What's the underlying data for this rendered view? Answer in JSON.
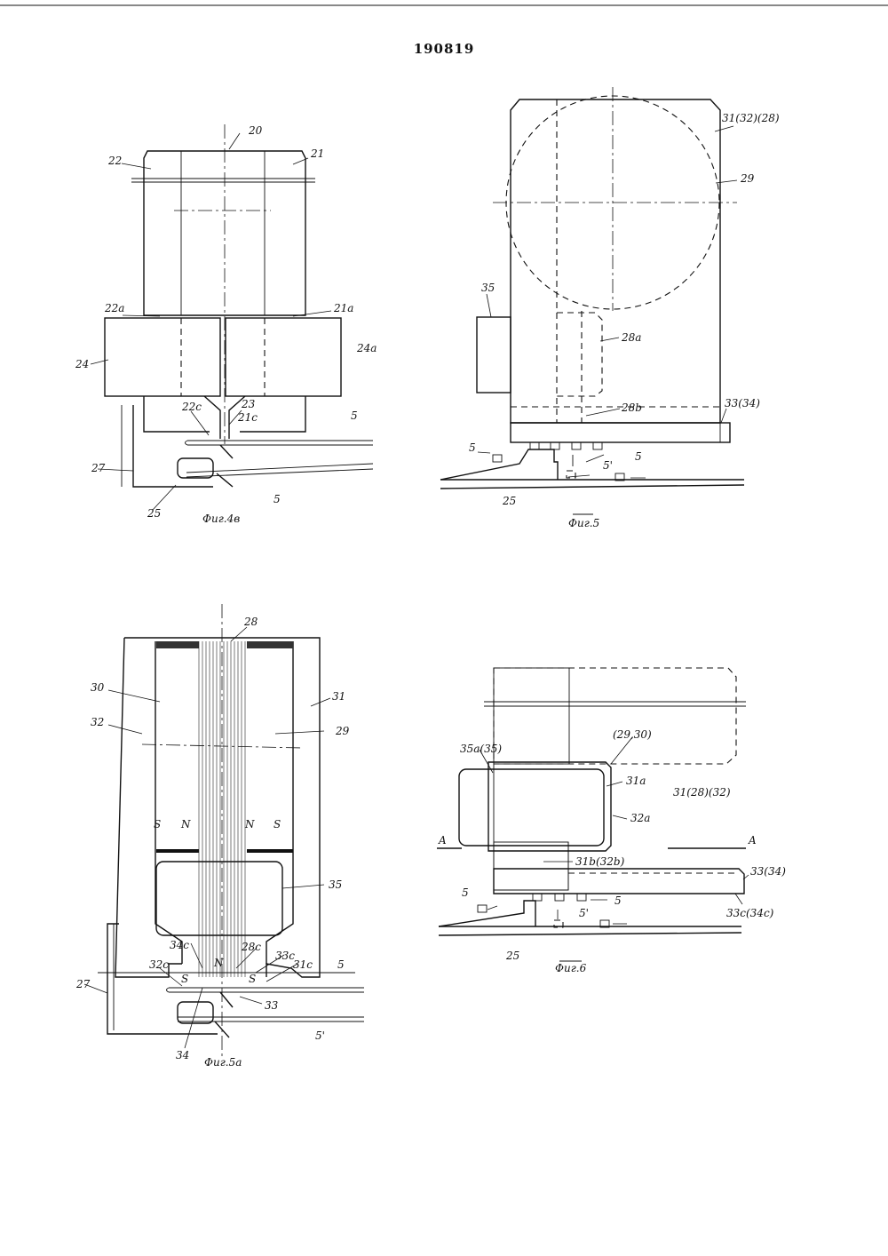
{
  "patent_number": "190819",
  "figures": {
    "fig4v": {
      "caption": "Фиг.4в",
      "labels": {
        "l20": "20",
        "l21": "21",
        "l22": "22",
        "l21a": "21a",
        "l22a": "22a",
        "l24": "24",
        "l24a": "24a",
        "l22c": "22c",
        "l23": "23",
        "l21c": "21c",
        "l5a": "5",
        "l27": "27",
        "l25": "25",
        "l5b": "5"
      }
    },
    "fig5": {
      "caption": "Фиг.5",
      "labels": {
        "l31": "31(32)(28)",
        "l29": "29",
        "l35": "35",
        "l28a": "28a",
        "l28b": "28b",
        "l33": "33(34)",
        "l5a": "5",
        "l5b": "5",
        "l5c": "5'",
        "l25": "25"
      }
    },
    "fig5a": {
      "caption": "Фиг.5a",
      "labels": {
        "l28": "28",
        "l30": "30",
        "l31": "31",
        "l32": "32",
        "l29": "29",
        "s1": "S",
        "n1": "N",
        "n2": "N",
        "s2": "S",
        "l35": "35",
        "l34c": "34c",
        "l28c": "28c",
        "l33c": "33c",
        "l32c": "32c",
        "l31c": "31c",
        "sb1": "S",
        "nb": "N",
        "sb2": "S",
        "l5": "5",
        "l27": "27",
        "l33": "33",
        "l5p": "5'",
        "l34": "34"
      }
    },
    "fig6": {
      "caption": "Фиг.6",
      "labels": {
        "l2930": "(29,30)",
        "l35a": "35a(35)",
        "l31a": "31a",
        "l312832": "31(28)(32)",
        "l32a": "32a",
        "lA1": "A",
        "lA2": "A",
        "l31b": "31b(32b)",
        "l3334": "33(34)",
        "l33c": "33c(34c)",
        "l5a": "5",
        "l5b": "5",
        "l5p": "5'",
        "l25": "25"
      }
    }
  }
}
